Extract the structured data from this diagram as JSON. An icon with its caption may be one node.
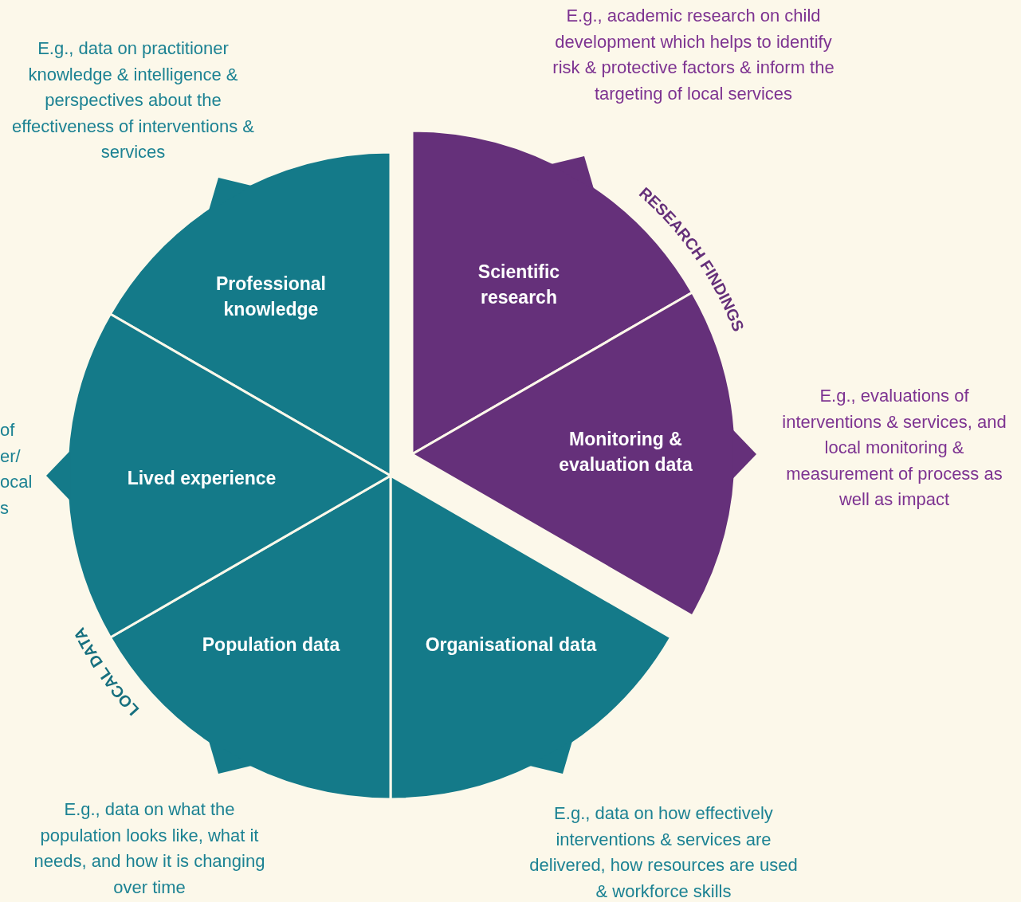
{
  "diagram": {
    "nodes": [
      {
        "text": [
          "Professional knowledge"
        ],
        "beside": [
          "E.g., data on practitioner knowledge & intelligence & perspectives about the effectiveness of interventions & services"
        ]
      },
      {
        "text": [
          "Scientific research"
        ],
        "beside": [
          "E.g., academic research on child development which helps to identify risk & protective factors & inform the targeting of local services"
        ]
      },
      {
        "text": [
          "Monitoring & evaluation data"
        ],
        "beside": [
          "E.g., evaluations of interventions & services, and local monitoring & measurement  of process as well as impact"
        ]
      },
      {
        "text": [
          "Organisational data"
        ],
        "beside": [
          "E.g., data on how effectively interventions & services are delivered, how resources are used & workforce skills"
        ]
      },
      {
        "text": [
          "Population data"
        ],
        "beside": [
          "E.g., data on what the population looks like, what it needs, and how it is changing over time"
        ]
      },
      {
        "text": [
          "Lived experience"
        ],
        "beside": [
          "of er/ ocal s"
        ]
      }
    ],
    "labels": [
      "RESEARCH FINDINGS",
      "LOCAL DATA"
    ]
  }
}
